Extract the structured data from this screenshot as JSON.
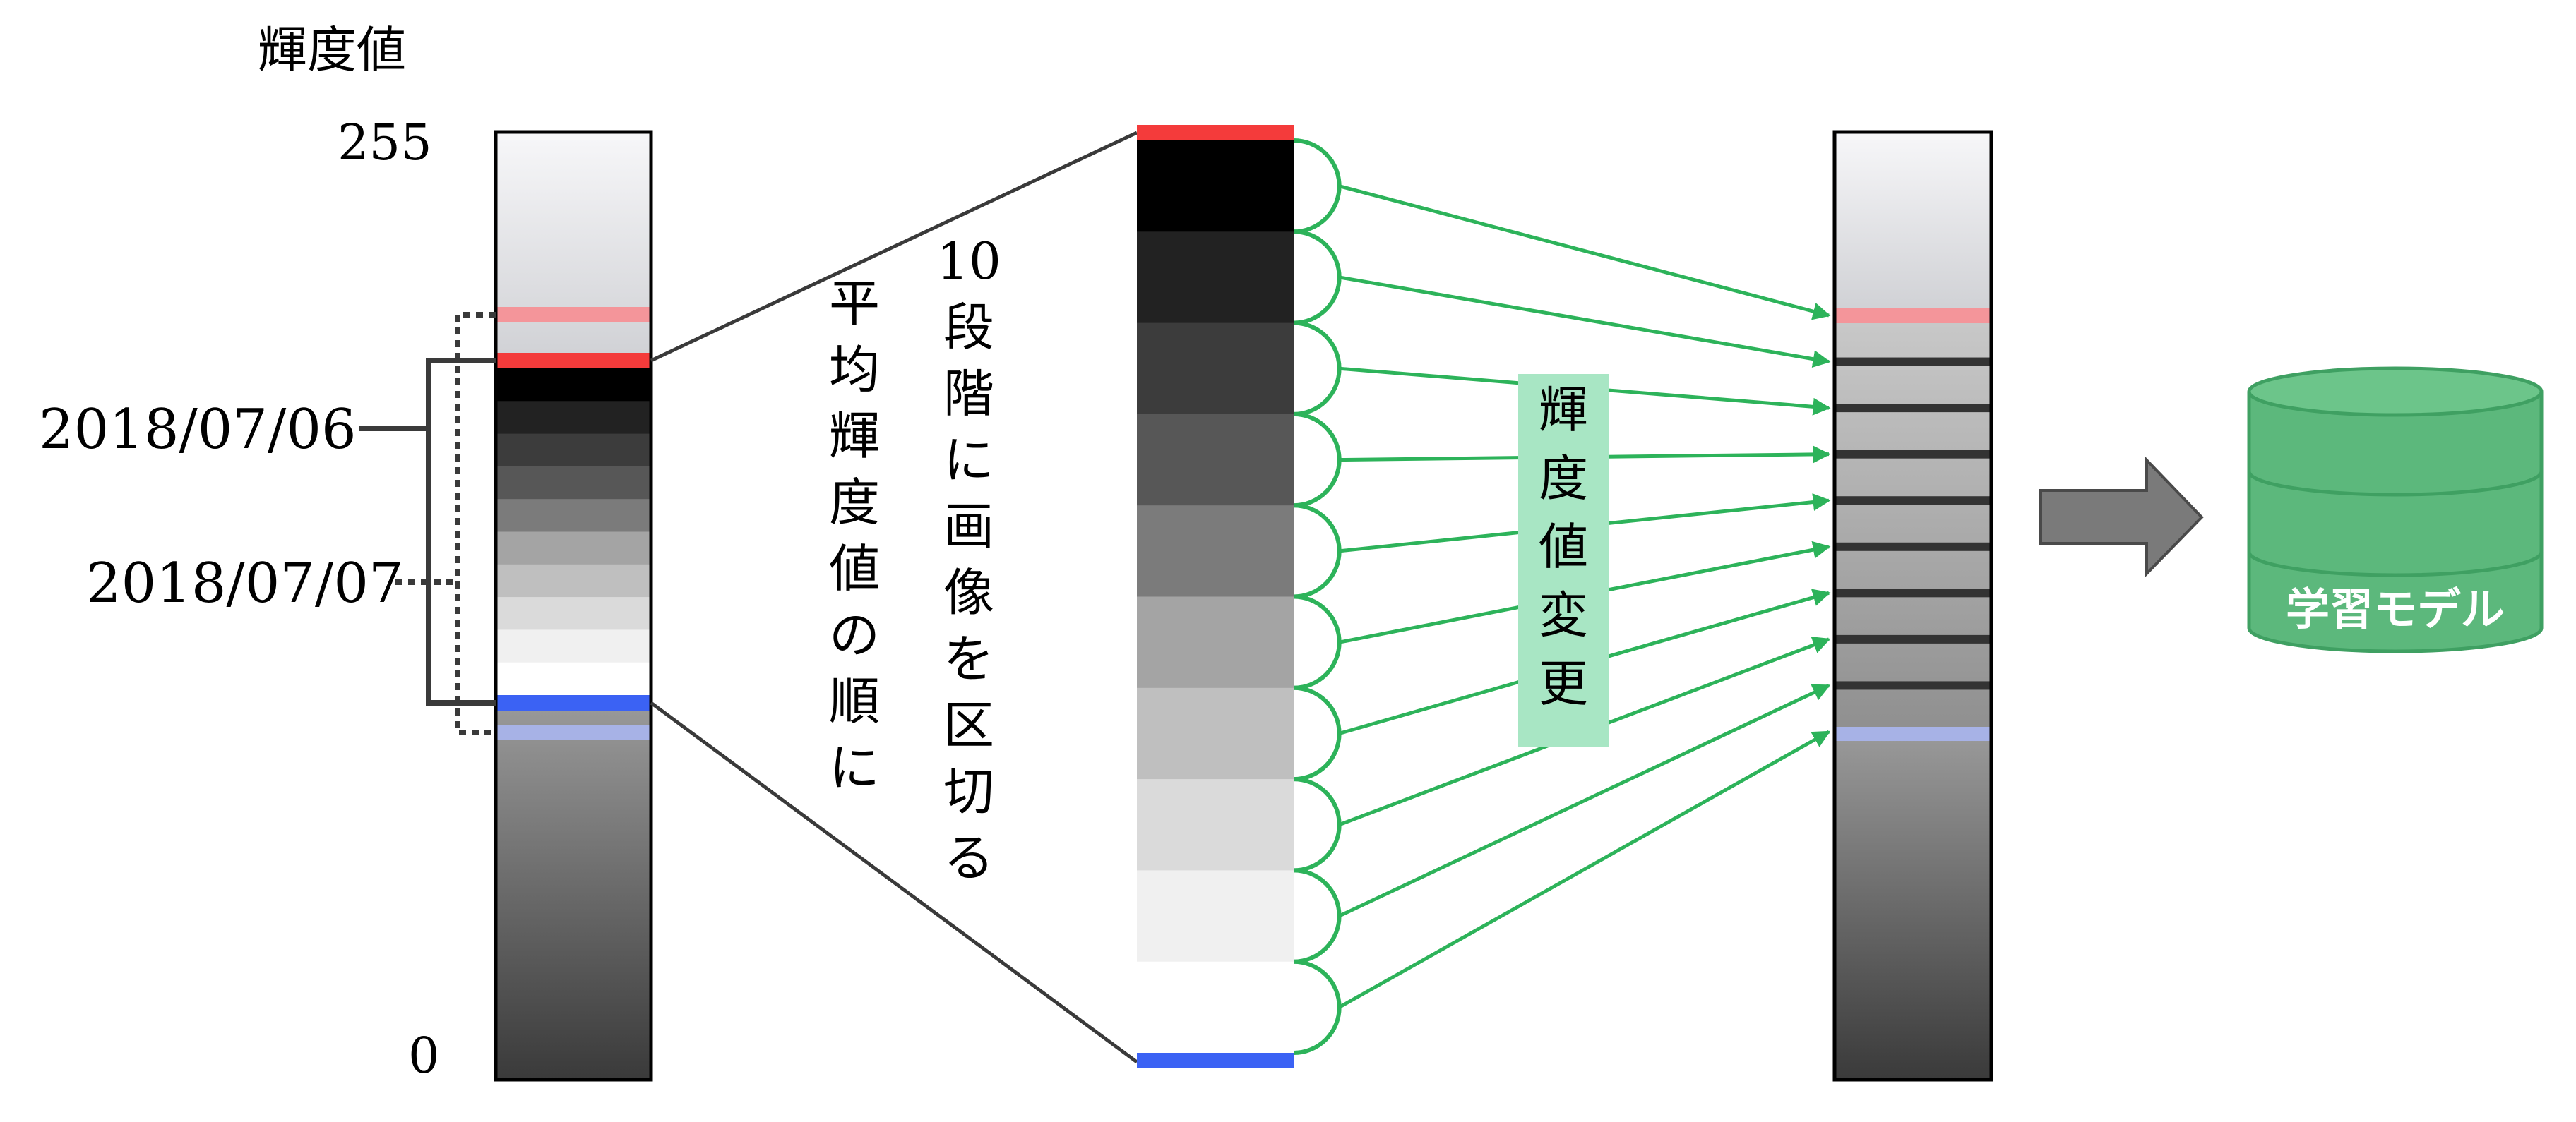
{
  "scale_label": "輝度値",
  "scale_max": "255",
  "scale_min": "0",
  "date_1": "2018/07/06",
  "date_2": "2018/07/07",
  "split_label": [
    "10",
    "段",
    "階",
    "に",
    "画",
    "像",
    "を",
    "区",
    "切",
    "る"
  ],
  "sort_label": [
    "平",
    "均",
    "輝",
    "度",
    "値",
    "の",
    "順",
    "に"
  ],
  "change_label": [
    "輝",
    "度",
    "値",
    "変",
    "更"
  ],
  "model_label": "学習モデル",
  "segment_count": 10,
  "colors": {
    "red_marker": "#f43b3b",
    "pink_marker": "#f4959a",
    "blue_marker": "#3b62f4",
    "lightblue_marker": "#a7b2e6",
    "arrow_green": "#2db35a",
    "change_bg": "#a8e6c4",
    "db_fill": "#5cb87c",
    "db_stroke": "#3fa062",
    "gray_arrow": "#7a7a7a"
  }
}
